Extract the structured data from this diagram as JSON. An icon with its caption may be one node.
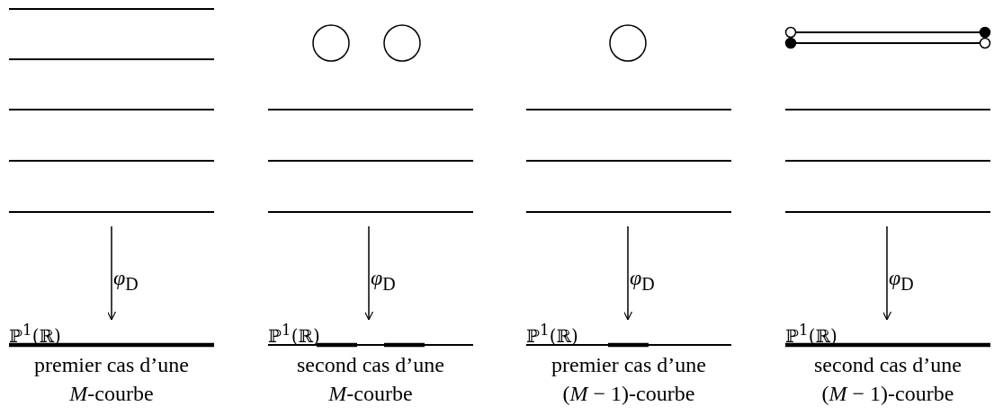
{
  "diagram": {
    "nodes": [
      {
        "text": [],
        "shape": "picture"
      },
      {
        "text": [
          "ℙ$^{1}$(ℝ)"
        ],
        "beside": [
          "premier cas d’une *M*-courbe"
        ]
      },
      {
        "text": [],
        "shape": "picture"
      },
      {
        "text": [
          "ℙ$^{1}$(ℝ)"
        ],
        "beside": [
          "second cas d’une *M*-courbe"
        ]
      },
      {
        "text": [],
        "shape": "picture"
      },
      {
        "text": [
          "ℙ$^{1}$(ℝ)"
        ],
        "beside": [
          "premier cas d’une (*M* − 1)-courbe"
        ]
      },
      {
        "text": [],
        "shape": "picture"
      },
      {
        "text": [
          "ℙ$^{1}$(ℝ)"
        ],
        "beside": [
          "second cas d’une (*M* − 1)-courbe"
        ]
      }
    ],
    "edges": [
      {
        "from": 0,
        "to": 1,
        "arrow": "to",
        "label": "*φ*$_{D}$"
      },
      {
        "from": 2,
        "to": 3,
        "arrow": "to",
        "label": "*φ*$_{D}$"
      },
      {
        "from": 4,
        "to": 5,
        "arrow": "to",
        "label": "*φ*$_{D}$"
      },
      {
        "from": 6,
        "to": 7,
        "arrow": "to",
        "label": "*φ*$_{D}$"
      }
    ]
  }
}
